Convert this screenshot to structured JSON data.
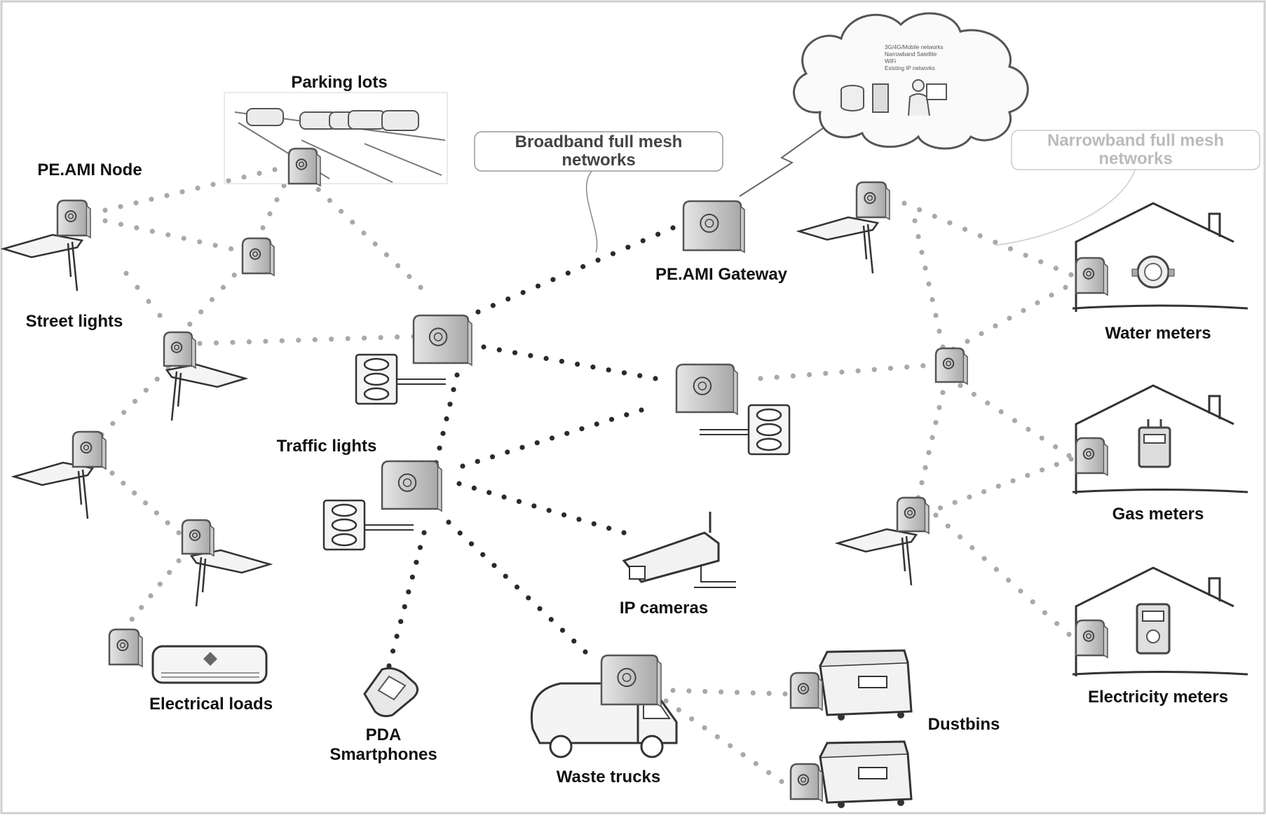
{
  "labels": {
    "parking_lots": "Parking lots",
    "pe_ami_node": "PE.AMI Node",
    "street_lights": "Street lights",
    "traffic_lights": "Traffic lights",
    "pe_ami_gateway": "PE.AMI Gateway",
    "water_meters": "Water meters",
    "gas_meters": "Gas meters",
    "electricity_meters": "Electricity meters",
    "ip_cameras": "IP cameras",
    "electrical_loads": "Electrical loads",
    "pda_line1": "PDA",
    "pda_line2": "Smartphones",
    "waste_trucks": "Waste trucks",
    "dustbins": "Dustbins"
  },
  "callouts": {
    "broadband_line1": "Broadband full mesh",
    "broadband_line2": "networks",
    "narrowband_line1": "Narrowband full mesh",
    "narrowband_line2": "networks"
  },
  "cloud": {
    "items": [
      "3G/4G/Mobile networks",
      "Narrowband Satellite",
      "WiFi",
      "Existing IP networks"
    ]
  },
  "colors": {
    "broadband_link": "#2a2a2a",
    "narrowband_link": "#a9a9a9",
    "device_fill": "#c8c8c8",
    "device_stroke": "#555555"
  }
}
